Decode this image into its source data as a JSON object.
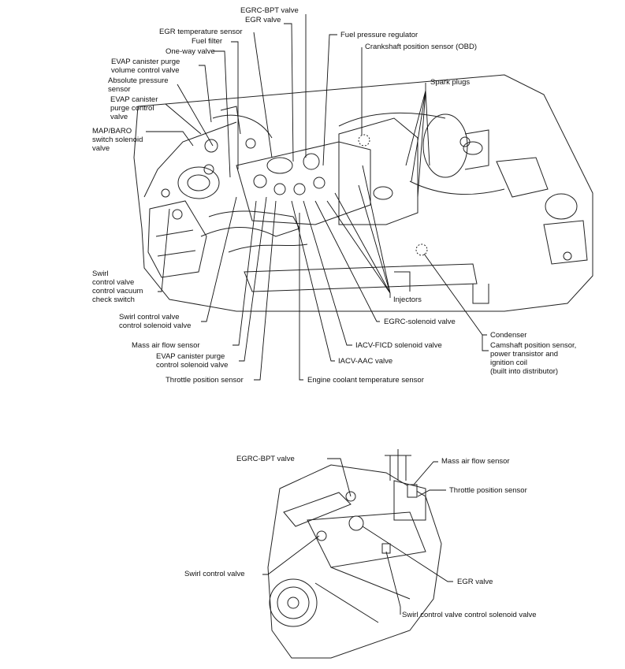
{
  "top_labels": {
    "egrc_bpt_valve": "EGRC-BPT valve",
    "egr_valve": "EGR valve",
    "egr_temperature_sensor": "EGR temperature sensor",
    "fuel_filter": "Fuel filter",
    "one_way_valve": "One-way valve",
    "evap_purge_volume": "EVAP canister purge\nvolume control valve",
    "absolute_pressure_sensor": "Absolute pressure\nsensor",
    "evap_purge_control_valve": "EVAP canister\npurge control\nvalve",
    "map_baro": "MAP/BARO\nswitch solenoid\nvalve",
    "fuel_pressure_regulator": "Fuel pressure regulator",
    "crankshaft_position_sensor": "Crankshaft position sensor (OBD)",
    "spark_plugs": "Spark plugs",
    "swirl_vacuum_check": "Swirl\ncontrol valve\ncontrol vacuum\ncheck switch",
    "swirl_solenoid": "Swirl control valve\ncontrol solenoid valve",
    "mass_air_flow_sensor": "Mass air flow sensor",
    "evap_purge_solenoid": "EVAP canister purge\ncontrol solenoid valve",
    "throttle_position_sensor": "Throttle position sensor",
    "injectors": "Injectors",
    "egrc_solenoid": "EGRC-solenoid valve",
    "iacv_ficd": "IACV-FICD solenoid valve",
    "iacv_aac": "IACV-AAC valve",
    "engine_coolant_temp": "Engine coolant temperature sensor",
    "condenser": "Condenser",
    "camshaft_position": "Camshaft position sensor,\npower transistor and\nignition coil\n(built into distributor)"
  },
  "bottom_labels": {
    "egrc_bpt_valve": "EGRC-BPT valve",
    "mass_air_flow_sensor": "Mass air flow sensor",
    "throttle_position_sensor": "Throttle position sensor",
    "swirl_control_valve": "Swirl control valve",
    "egr_valve": "EGR valve",
    "swirl_solenoid": "Swirl control valve control solenoid valve"
  }
}
